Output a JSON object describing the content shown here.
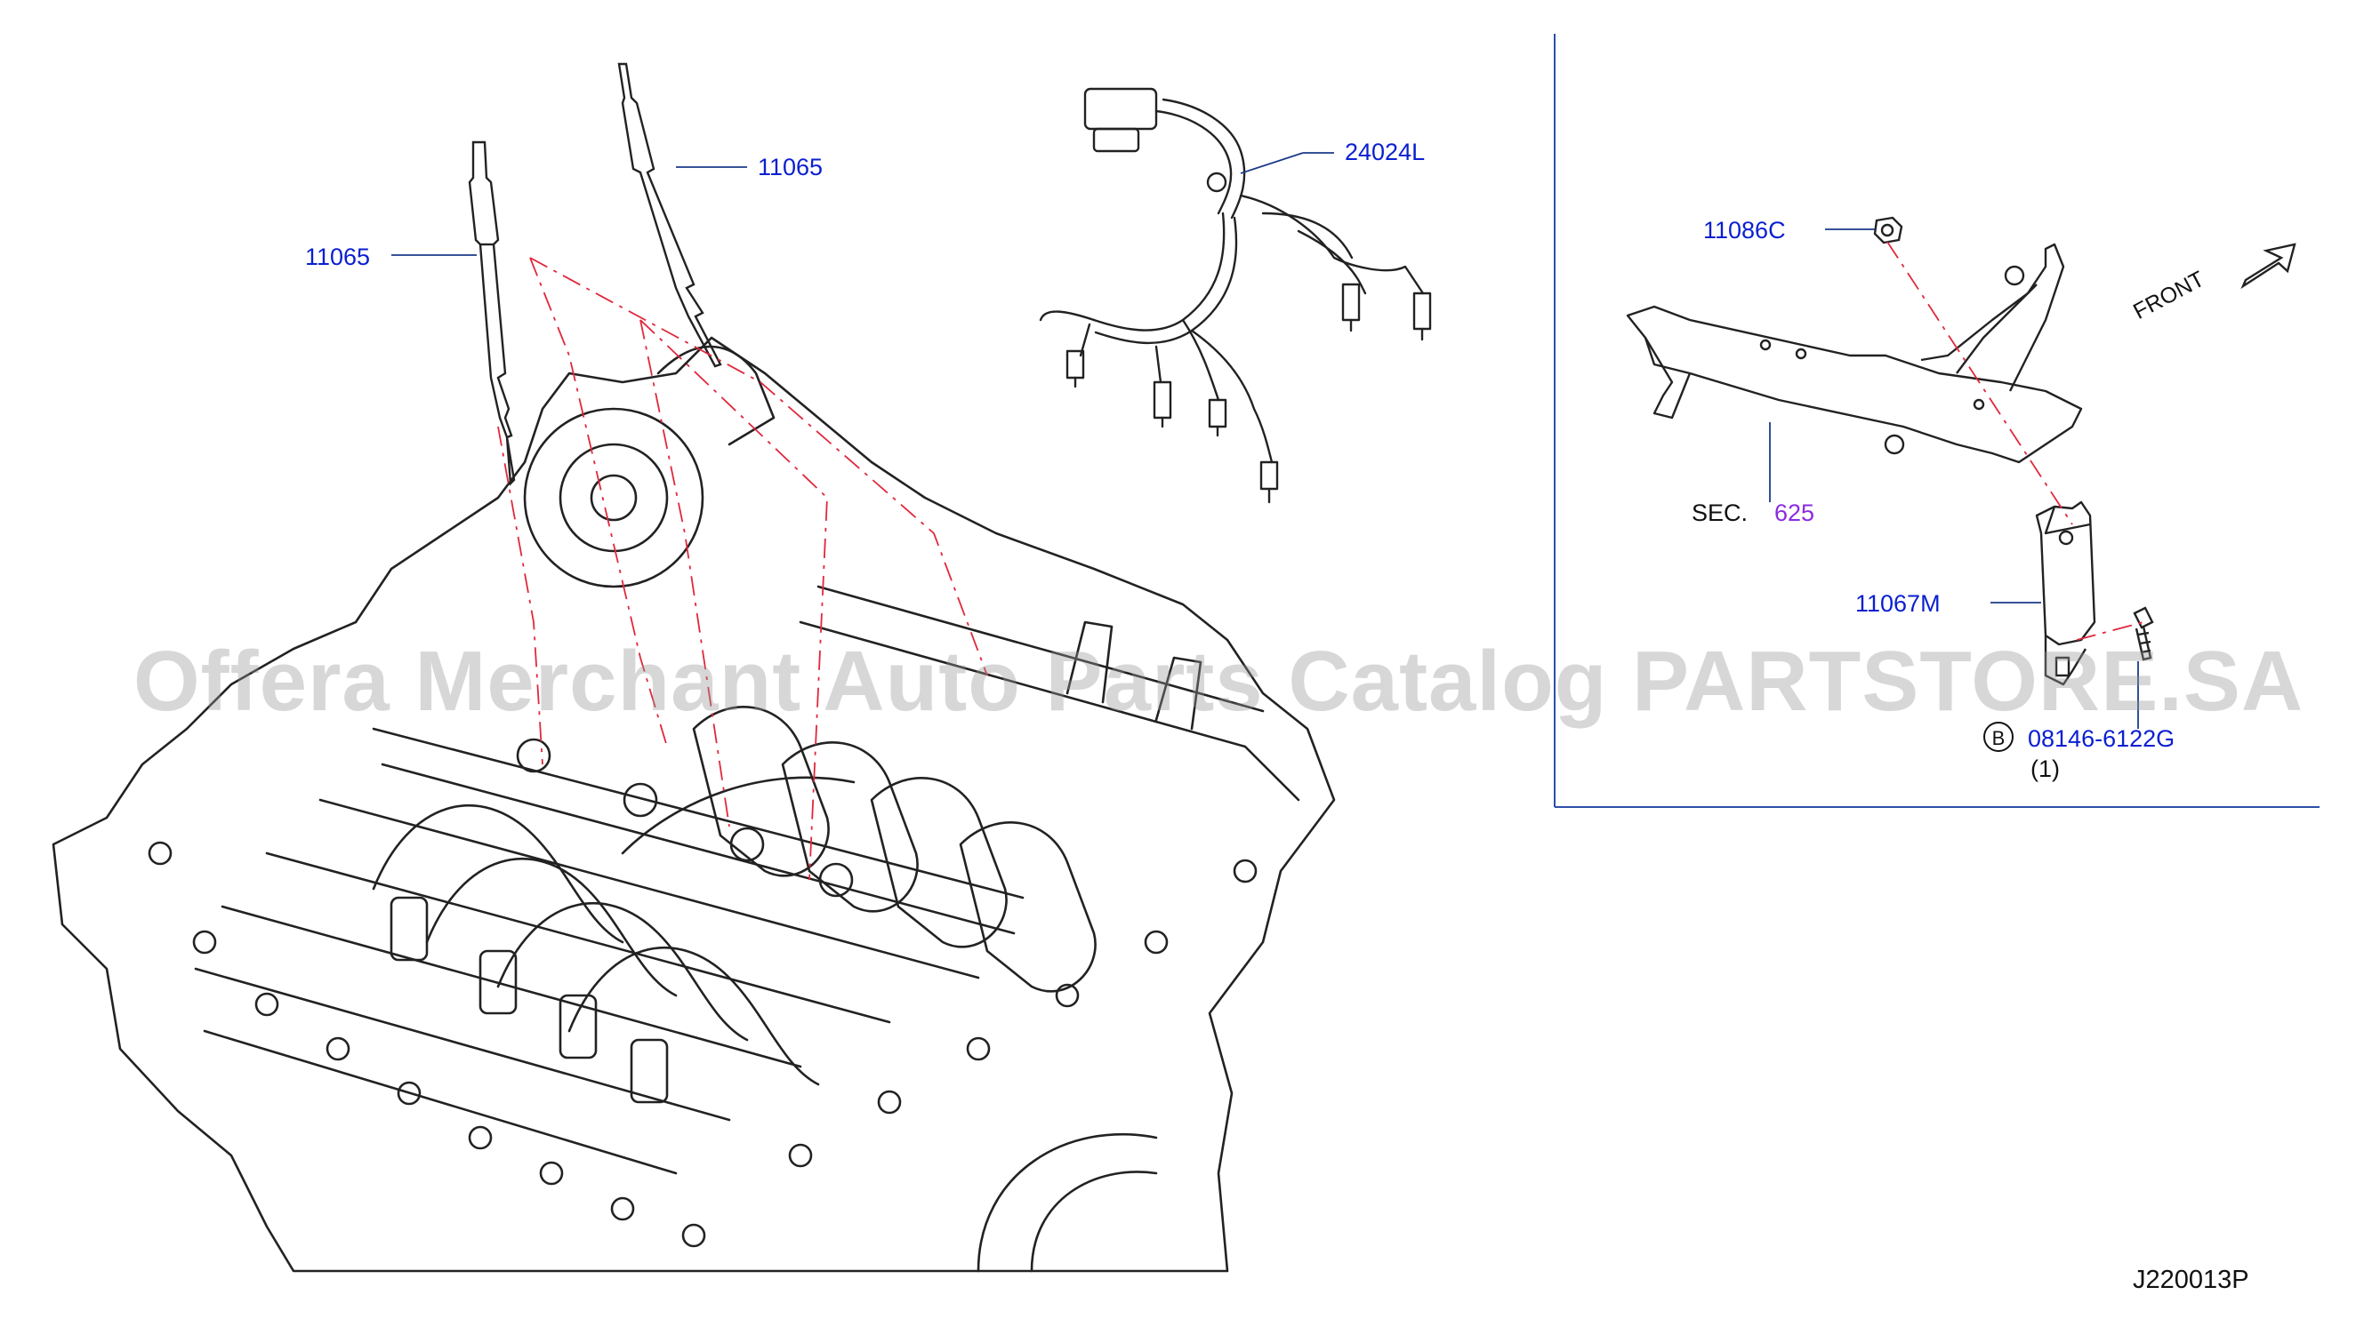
{
  "callouts": {
    "glow_plug_left": "11065",
    "glow_plug_right": "11065",
    "harness": "24024L",
    "nut": "11086C",
    "section_prefix": "SEC.",
    "section_number": "625",
    "controller": "11067M",
    "bolt_marker": "B",
    "bolt": "08146-6122G",
    "bolt_qty": "(1)",
    "front_label": "FRONT"
  },
  "diagram_id": "J220013P",
  "watermark": "Offera Merchant Auto Parts Catalog PARTSTORE.SA",
  "colors": {
    "callout_text": "#0a1fd0",
    "section_number": "#8a2be2",
    "leader_line": "#1b3a8a",
    "dash_line": "#e0283c",
    "line_art": "#222222",
    "panel_border": "#2b4fa8"
  }
}
